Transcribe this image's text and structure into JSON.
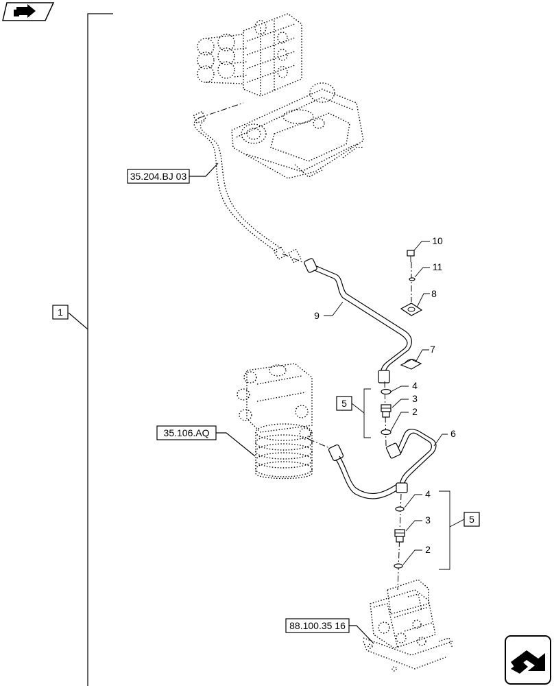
{
  "references": {
    "hydraulic_block": "35.204.BJ 03",
    "filter": "35.106.AQ",
    "bottom_valve": "88.100.35 16"
  },
  "callouts": {
    "group": "1",
    "kit_upper": "5",
    "kit_lower": "5",
    "c10": "10",
    "c11": "11",
    "c8": "8",
    "c9": "9",
    "c7": "7",
    "c4a": "4",
    "c3a": "3",
    "c2a": "2",
    "c6": "6",
    "c4b": "4",
    "c3b": "3",
    "c2b": "2"
  },
  "icons": {
    "top_left": "navigation-arrow-icon",
    "bottom_right": "next-page-arrow-icon"
  }
}
